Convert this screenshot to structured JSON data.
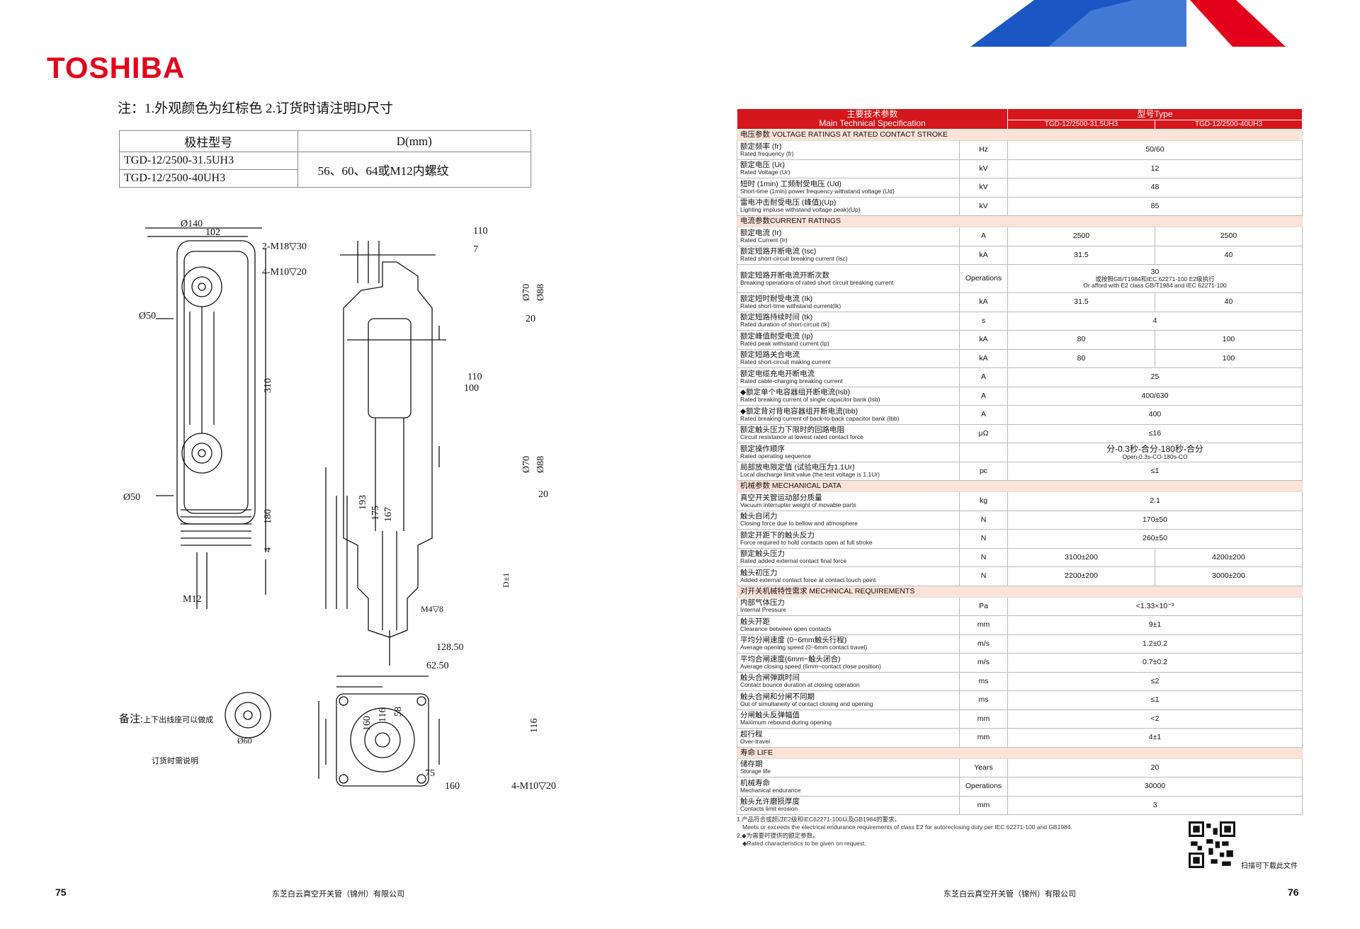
{
  "left": {
    "logo": "TOSHIBA",
    "note": "注：1.外观颜色为红棕色 2.订货时请注明D尺寸",
    "dtable": {
      "h1": "极柱型号",
      "h2": "D(mm)",
      "m1": "TGD-12/2500-31.5UH3",
      "m2": "TGD-12/2500-40UH3",
      "d": "56、60、64或M12内螺纹"
    },
    "dims": {
      "d140": "Ø140",
      "d102": "102",
      "m18": "2-M18▽30",
      "m10": "4-M10▽20",
      "d50a": "Ø50",
      "d50b": "Ø50",
      "h310": "310",
      "h180": "180",
      "h4": "4",
      "m12": "M12",
      "w110": "110",
      "w7": "7",
      "d70a": "Ø70",
      "d88a": "Ø88",
      "w20a": "20",
      "w110b": "110",
      "w100": "100",
      "d70b": "Ø70",
      "d88b": "Ø88",
      "w20b": "20",
      "h193": "193",
      "h175": "175",
      "h167": "167",
      "dpm": "D±1",
      "m4": "M4▽8",
      "w128": "128.50",
      "w62": "62.50",
      "h160": "160",
      "h116a": "116",
      "h58": "58",
      "h116b": "116",
      "w75": "75",
      "w160": "160",
      "m10b": "4-M10▽20",
      "d60": "Ø60"
    },
    "remark": "备注:",
    "remark_small": "上下出线座可以做成",
    "order": "订货时需说明",
    "page": "75",
    "company": "东芝白云真空开关管（锦州）有限公司"
  },
  "right": {
    "head": {
      "c1": "主要技术参数",
      "c1en": "Main Technical Specification",
      "c2": "型号Type",
      "t1": "TGD-12/2500-31.5UH3",
      "t2": "TGD-12/2500-40UH3"
    },
    "sections": [
      {
        "title": "电压参数 VOLTAGE RATINGS AT RATED CONTACT STROKE",
        "rows": [
          {
            "zh": "额定频率 (fr)",
            "en": "Rated frequency (fr)",
            "u": "Hz",
            "v": "50/60"
          },
          {
            "zh": "额定电压 (Ur)",
            "en": "Rated Voltage (Ur)",
            "u": "kV",
            "v": "12"
          },
          {
            "zh": "短时 (1min) 工频耐受电压 (Ud)",
            "en": "Short-time (1min) power frequency withstand voltage (Ud)",
            "u": "kV",
            "v": "48"
          },
          {
            "zh": "雷电冲击耐受电压 (峰值)(Up)",
            "en": "Lighting impluse withstand voltage peak)(Up)",
            "u": "kV",
            "v": "85"
          }
        ]
      },
      {
        "title": "电流参数CURRENT RATINGS",
        "rows": [
          {
            "zh": "额定电流 (Ir)",
            "en": "Rated Current (Ir)",
            "u": "A",
            "v1": "2500",
            "v2": "2500"
          },
          {
            "zh": "额定短路开断电流 (Isc)",
            "en": "Rated short-circuit breaking current (Isc)",
            "u": "kA",
            "v1": "31.5",
            "v2": "40"
          },
          {
            "zh": "额定短路开断电流开断次数",
            "en": "Breaking operations of rated short circuit breaking current",
            "u": "Operations",
            "v": "30",
            "v_l2": "或按照GB/T1984和IEC 62271-100 E2级执行",
            "v_l3": "Or afford with E2 class GB/T1984 and IEC 62271-100",
            "tall": true
          },
          {
            "zh": "额定短时耐受电流 (Ik)",
            "en": "Rated short-time withstand current(Ik)",
            "u": "kA",
            "v1": "31.5",
            "v2": "40"
          },
          {
            "zh": "额定短路持续时间 (tk)",
            "en": "Rated duration of short-circuit (tk)",
            "u": "s",
            "v": "4"
          },
          {
            "zh": "额定峰值耐受电流 (Ip)",
            "en": "Rated peak withstand current (Ip)",
            "u": "kA",
            "v1": "80",
            "v2": "100"
          },
          {
            "zh": "额定短路关合电流",
            "en": "Rated short-circuit making current",
            "u": "kA",
            "v1": "80",
            "v2": "100"
          },
          {
            "zh": "额定电缆充电开断电流",
            "en": "Rated cable-charging breaking current",
            "u": "A",
            "v": "25"
          },
          {
            "zh": "◆额定单个电容器组开断电流(Isb)",
            "en": "Rated breaking current of single capacitor bank (Isb)",
            "u": "A",
            "v": "400/630"
          },
          {
            "zh": "◆额定背对背电容器组开断电流(Ibb)",
            "en": "Rated breaking current of back-to-back capacitor bank (Ibb)",
            "u": "A",
            "v": "400"
          },
          {
            "zh": "额定触头压力下限时的回路电阻",
            "en": "Circuit resistance at lowest rated contact force",
            "u": "μΩ",
            "v": "≤16"
          },
          {
            "zh": "额定操作顺序",
            "en": "Rated operating sequence",
            "u": "",
            "v": "分-0.3秒-合分-180秒-合分",
            "v_l2": "Open-0.3s-CO-180s-CO"
          },
          {
            "zh": "局部放电限定值 (试验电压为1.1Ur)",
            "en": "Local discharge limit value (the test voltage is 1.1Ur)",
            "u": "pc",
            "v": "≤1"
          }
        ]
      },
      {
        "title": "机械参数 MECHANICAL DATA",
        "rows": [
          {
            "zh": "真空开关管运动部分质量",
            "en": "Vacuum interrupter weight of movable parts",
            "u": "kg",
            "v": "2.1"
          },
          {
            "zh": "触头自闭力",
            "en": "Closing force due to bellow and atmosphere",
            "u": "N",
            "v": "170±50"
          },
          {
            "zh": "额定开距下的触头反力",
            "en": "Force required to hold contacts open at full stroke",
            "u": "N",
            "v": "260±50"
          },
          {
            "zh": "额定触头压力",
            "en": "Rated added external contact final force",
            "u": "N",
            "v1": "3100±200",
            "v2": "4200±200"
          },
          {
            "zh": "触头初压力",
            "en": "Added external contact force at contact touch point",
            "u": "N",
            "v1": "2200±200",
            "v2": "3000±200"
          }
        ]
      },
      {
        "title": "对开关机械特性需求 MECHNICAL REQUIREMENTS",
        "rows": [
          {
            "zh": "内部气体压力",
            "en": "Internal Pressure",
            "u": "Pa",
            "v": "<1.33×10⁻³"
          },
          {
            "zh": "触头开距",
            "en": "Clearance between open contacts",
            "u": "mm",
            "v": "9±1"
          },
          {
            "zh": "平均分闸速度 (0~6mm触头行程)",
            "en": "Average opening speed (0~6mm contact travel)",
            "u": "m/s",
            "v": "1.2±0.2"
          },
          {
            "zh": "平均合闸速度(6mm~触头闭合)",
            "en": "Average closing speed (6mm~contact close position)",
            "u": "m/s",
            "v": "0.7±0.2"
          },
          {
            "zh": "触头合闸弹跳时间",
            "en": "Contact bounce duration at closing operation",
            "u": "ms",
            "v": "≤2"
          },
          {
            "zh": "触头合闸和分闸不同期",
            "en": "Out of simultaneity of contact closing and opening",
            "u": "ms",
            "v": "≤1"
          },
          {
            "zh": "分闸触头反弹幅值",
            "en": "Maximum rebound during opening",
            "u": "mm",
            "v": "<2"
          },
          {
            "zh": "超行程",
            "en": "Over-travel",
            "u": "mm",
            "v": "4±1"
          }
        ]
      },
      {
        "title": "寿命 LIFE",
        "rows": [
          {
            "zh": "储存期",
            "en": "Storage life",
            "u": "Years",
            "v": "20"
          },
          {
            "zh": "机械寿命",
            "en": "Mechanical endurance",
            "u": "Operations",
            "v": "30000"
          },
          {
            "zh": "触头允许磨损厚度",
            "en": "Contacts limit erosion",
            "u": "mm",
            "v": "3"
          }
        ]
      }
    ],
    "foot": [
      "1.产品符合或超过E2级和IEC62271-100以及GB1984的要求。",
      "Meets or exceeds the electrical endurance requirements of class E2 for autoreclosing duty per IEC 62271-100 and GB1984.",
      "2.◆为需要时提供的额定参数。",
      "◆Rated characteristics to be given on request."
    ],
    "scan": "扫描可下载此文件",
    "page": "76",
    "company": "东芝白云真空开关管（锦州）有限公司",
    "colors": {
      "red": "#d5161c",
      "section": "#fbe3d8",
      "blue": "#1a57c4",
      "logo": "#e3001b"
    }
  }
}
